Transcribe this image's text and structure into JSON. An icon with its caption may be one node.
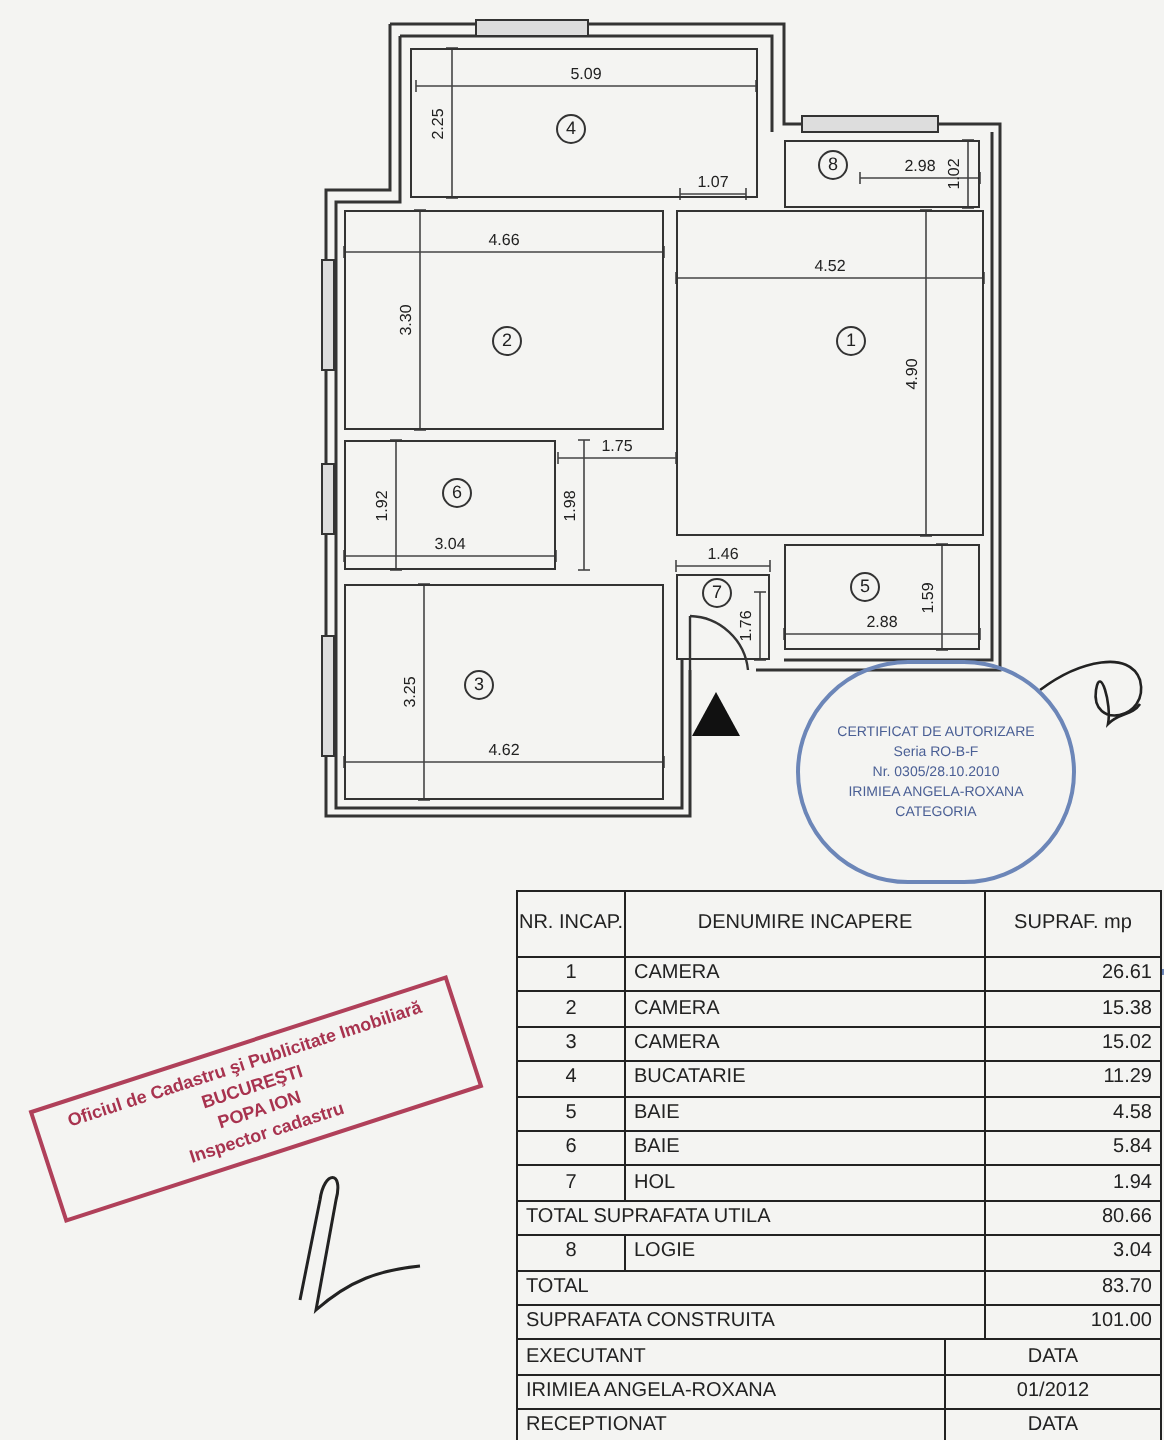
{
  "diagram": {
    "nodes": [
      {
        "text": [
          "4"
        ]
      },
      {
        "text": [
          "8"
        ]
      },
      {
        "text": [
          "2"
        ]
      },
      {
        "text": [
          "1"
        ]
      },
      {
        "text": [
          "6"
        ]
      },
      {
        "text": [
          "7"
        ]
      },
      {
        "text": [
          "5"
        ]
      },
      {
        "text": [
          "3"
        ]
      },
      {
        "text": [
          "CERTIFICAT DE AUTORIZARE",
          "Seria RO-B-F",
          "Nr. 0305/28.10.2010",
          "IRIMIEA ANGELA-ROXANA",
          "CATEGORIA"
        ]
      },
      {
        "text": [
          "Oficiul de Cadastru şi Publicitate Imobiliară",
          "BUCUREŞTI",
          "POPA ION",
          "Inspector cadastru"
        ]
      }
    ],
    "labels": [
      "5.09",
      "2.25",
      "1.07",
      "2.98",
      "1.02",
      "4.66",
      "3.30",
      "4.52",
      "4.90",
      "1.75",
      "1.92",
      "3.04",
      "1.98",
      "1.46",
      "1.76",
      "1.59",
      "2.88",
      "3.25",
      "4.62",
      "NR. INCAP.",
      "DENUMIRE INCAPERE",
      "SUPRAF. mp",
      "1",
      "CAMERA",
      "26.61",
      "2",
      "CAMERA",
      "15.38",
      "3",
      "CAMERA",
      "15.02",
      "4",
      "BUCATARIE",
      "11.29",
      "5",
      "BAIE",
      "4.58",
      "6",
      "BAIE",
      "5.84",
      "7",
      "HOL",
      "1.94",
      "TOTAL SUPRAFATA UTILA",
      "80.66",
      "8",
      "LOGIE",
      "3.04",
      "TOTAL",
      "83.70",
      "SUPRAFATA CONSTRUITA",
      "101.00",
      "EXECUTANT",
      "DATA",
      "IRIMIEA ANGELA-ROXANA",
      "01/2012",
      "RECEPTIONAT",
      "DATA"
    ]
  }
}
